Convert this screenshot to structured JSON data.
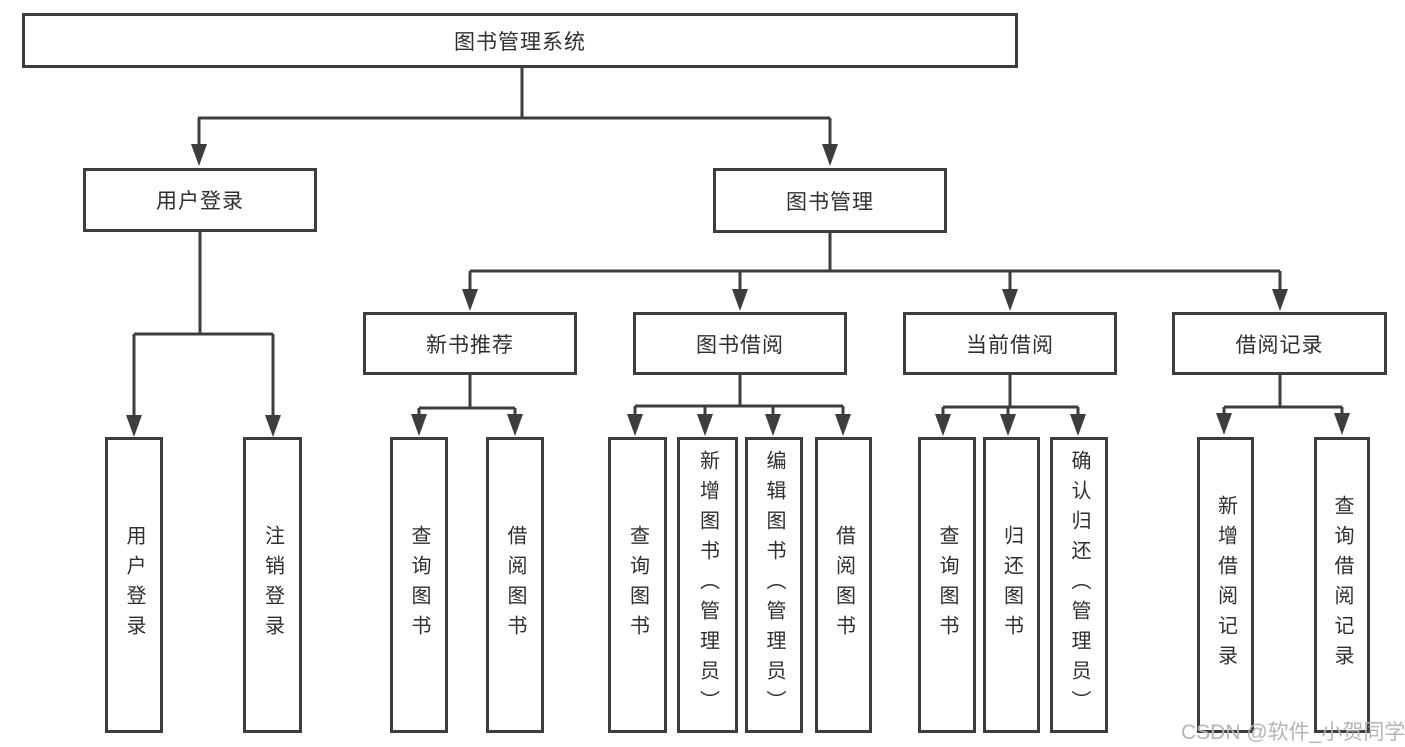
{
  "diagram": {
    "root": {
      "label": "图书管理系统"
    },
    "level2": [
      {
        "label": "用户登录"
      },
      {
        "label": "图书管理"
      }
    ],
    "level3": [
      {
        "label": "新书推荐"
      },
      {
        "label": "图书借阅"
      },
      {
        "label": "当前借阅"
      },
      {
        "label": "借阅记录"
      }
    ],
    "leaves": {
      "user_login": [
        "用户登录",
        "注销登录"
      ],
      "new_book": [
        "查询图书",
        "借阅图书"
      ],
      "book_borrow": [
        "查询图书",
        "新增图书（管理员）",
        "编辑图书（管理员）",
        "借阅图书"
      ],
      "current_borrow": [
        "查询图书",
        "归还图书",
        "确认归还（管理员）"
      ],
      "borrow_record": [
        "新增借阅记录",
        "查询借阅记录"
      ]
    }
  },
  "watermark": {
    "text": "CSDN @软件_小贺同学"
  },
  "colors": {
    "line": "#3d3d3d",
    "text": "#2f2f2f",
    "watermark": "#b5b5b5",
    "background": "#ffffff"
  }
}
